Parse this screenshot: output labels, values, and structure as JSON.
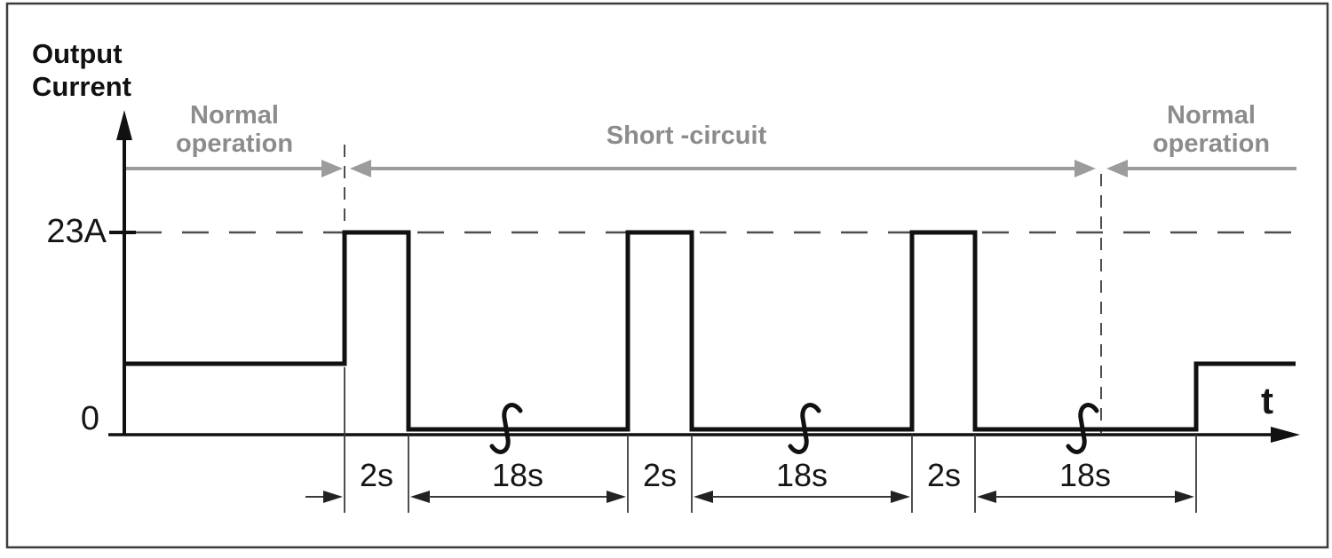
{
  "figure": {
    "y_axis_title": "Output Current",
    "x_axis_label": "t",
    "y_tick_peak": "23A",
    "y_tick_zero": "0",
    "regions": {
      "left": "Normal operation",
      "middle": "Short -circuit",
      "right": "Normal operation"
    },
    "durations": [
      "2s",
      "18s",
      "2s",
      "18s",
      "2s",
      "18s"
    ],
    "colors": {
      "waveform": "#111111",
      "gray_label": "#8c8c8c",
      "gray_line": "#9c9c9c",
      "dashed_line": "#4d4d52",
      "dimension_line": "#3a3a3a",
      "border": "#3d3d3d"
    }
  },
  "chart_data": {
    "type": "line",
    "subtype": "timing-waveform",
    "title": "Output Current",
    "xlabel": "t",
    "ylabel": "Output Current",
    "y_tick_labels": [
      "23A",
      "0"
    ],
    "peak_current": "23A",
    "zero_level": "0",
    "phases": [
      {
        "phase": "Normal operation",
        "level": "nominal (unlabeled, between 0 and 23A)"
      },
      {
        "phase": "Short -circuit",
        "pattern": [
          {
            "duration": "2s",
            "level": "23A"
          },
          {
            "duration": "18s",
            "level": "0"
          }
        ],
        "repetitions_shown": 3
      },
      {
        "phase": "Normal operation",
        "level": "nominal (unlabeled, between 0 and 23A)"
      }
    ],
    "duration_annotations": [
      "2s",
      "18s",
      "2s",
      "18s",
      "2s",
      "18s"
    ],
    "layout_hints": {
      "peak_reference": "horizontal dashed line at 23A",
      "phase_boundaries": "vertical dashed lines",
      "time_axis_breaks": "break marks inside each 18s interval",
      "grid": "off",
      "legend": "none"
    }
  }
}
